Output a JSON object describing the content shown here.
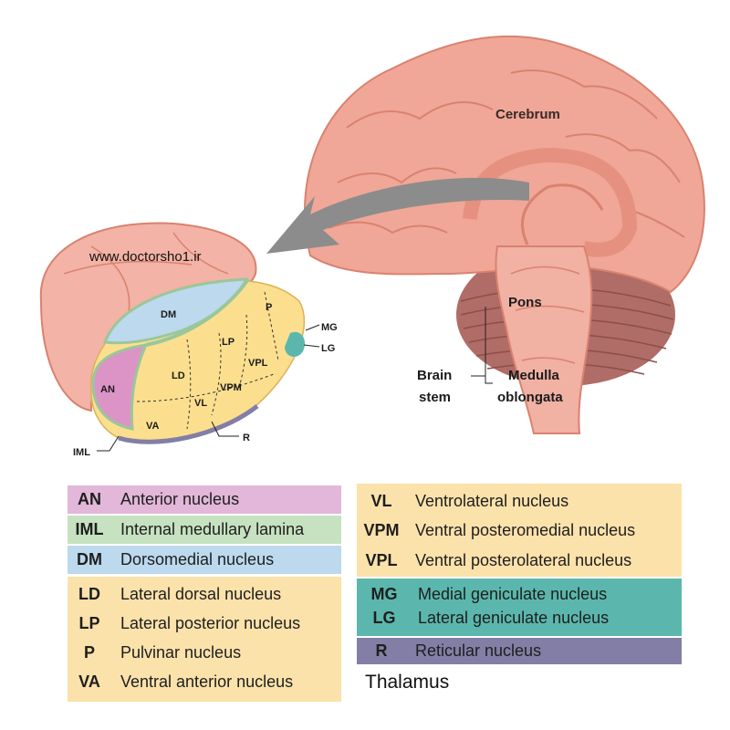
{
  "watermark": "www.doctorsho1.ir",
  "figure_labels": {
    "cerebrum": "Cerebrum",
    "pons": "Pons",
    "brain_stem_1": "Brain",
    "brain_stem_2": "stem",
    "medulla_1": "Medulla",
    "medulla_2": "oblongata",
    "dm": "DM",
    "p": "P",
    "lp": "LP",
    "ld": "LD",
    "vpl": "VPL",
    "vpm": "VPM",
    "an": "AN",
    "vl": "VL",
    "va": "VA",
    "mg": "MG",
    "lg": "LG",
    "r": "R",
    "iml": "IML"
  },
  "legend_left": [
    {
      "abbr": "AN",
      "name": "Anterior nucleus"
    },
    {
      "abbr": "IML",
      "name": "Internal medullary lamina"
    },
    {
      "abbr": "DM",
      "name": "Dorsomedial nucleus"
    },
    {
      "abbr": "LD",
      "name": "Lateral dorsal nucleus"
    },
    {
      "abbr": "LP",
      "name": "Lateral posterior nucleus"
    },
    {
      "abbr": "P",
      "name": "Pulvinar nucleus"
    },
    {
      "abbr": "VA",
      "name": "Ventral anterior nucleus"
    }
  ],
  "legend_right": [
    {
      "abbr": "VL",
      "name": "Ventrolateral nucleus"
    },
    {
      "abbr": "VPM",
      "name": "Ventral posteromedial nucleus"
    },
    {
      "abbr": "VPL",
      "name": "Ventral posterolateral nucleus"
    },
    {
      "abbr": "MG",
      "name": "Medial geniculate nucleus"
    },
    {
      "abbr": "LG",
      "name": "Lateral geniculate nucleus"
    },
    {
      "abbr": "R",
      "name": "Reticular nucleus"
    }
  ],
  "colors": {
    "an": "#e2b7d9",
    "iml": "#c6e2c0",
    "dm": "#bcd9ee",
    "lateral": "#fbe2ab",
    "geniculate": "#5bb7ad",
    "reticular": "#837ea6",
    "brain": "#f0a797",
    "cerebellum": "#b06c67"
  },
  "caption": "Thalamus"
}
